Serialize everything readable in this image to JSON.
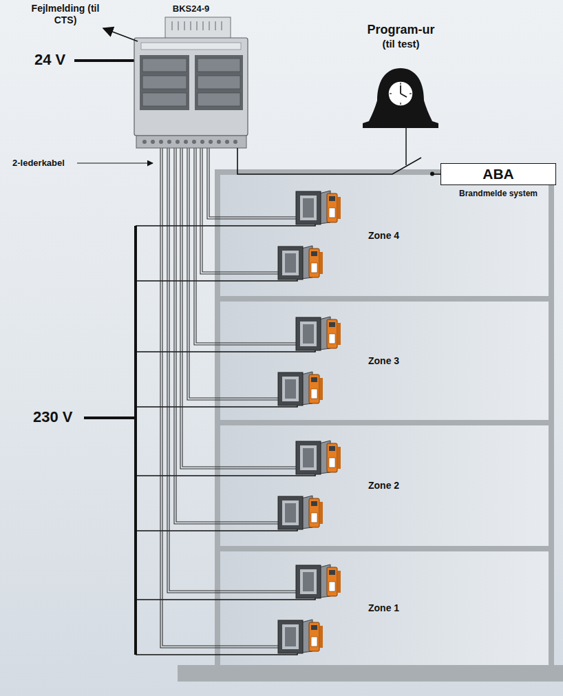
{
  "diagram": {
    "nodes": [
      {
        "text": [
          "BKS24-9"
        ]
      },
      {
        "text": [
          "Program-ur",
          "(til test)"
        ]
      },
      {
        "text": [
          "ABA",
          "Brandmelde system"
        ]
      },
      {
        "text": [
          "Zone 4"
        ]
      },
      {
        "text": [
          "Zone 3"
        ]
      },
      {
        "text": [
          "Zone 2"
        ]
      },
      {
        "text": [
          "Zone 1"
        ]
      }
    ],
    "edges": [
      {
        "from": 0,
        "to": 2,
        "arrow": "none"
      }
    ],
    "labels": [
      "Fejlmelding (til CTS)",
      "24 V",
      "2-lederkabel",
      "230 V"
    ]
  }
}
